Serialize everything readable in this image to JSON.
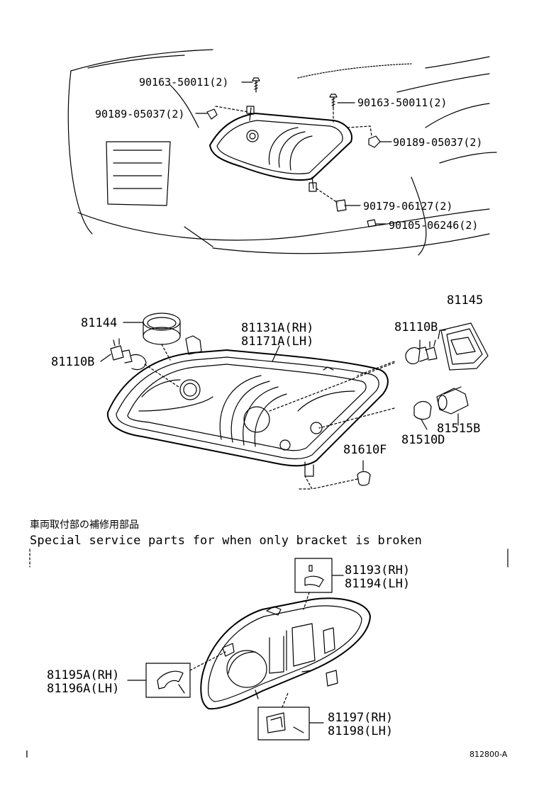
{
  "top_view": {
    "labels": [
      {
        "part": "90163-50011(2)"
      },
      {
        "part": "90189-05037(2)"
      },
      {
        "part": "90163-50011(2)"
      },
      {
        "part": "90189-05037(2)"
      },
      {
        "part": "90179-06127(2)"
      },
      {
        "part": "90105-06246(2)"
      }
    ]
  },
  "exploded_view": {
    "labels": [
      {
        "part": "81144"
      },
      {
        "part": "81110B"
      },
      {
        "part": "81131A(RH)"
      },
      {
        "part": "81171A(LH)"
      },
      {
        "part": "81110B"
      },
      {
        "part": "81145"
      },
      {
        "part": "81515B"
      },
      {
        "part": "81510D"
      },
      {
        "part": "81610F"
      }
    ]
  },
  "special_section": {
    "title_jp": "車両取付部の補修用部品",
    "title_en": "Special service parts for when only bracket is broken",
    "labels": [
      {
        "part": "81193(RH)"
      },
      {
        "part": "81194(LH)"
      },
      {
        "part": "81195A(RH)"
      },
      {
        "part": "81196A(LH)"
      },
      {
        "part": "81197(RH)"
      },
      {
        "part": "81198(LH)"
      }
    ]
  },
  "footer": {
    "left": "I",
    "right": "812800-A"
  }
}
